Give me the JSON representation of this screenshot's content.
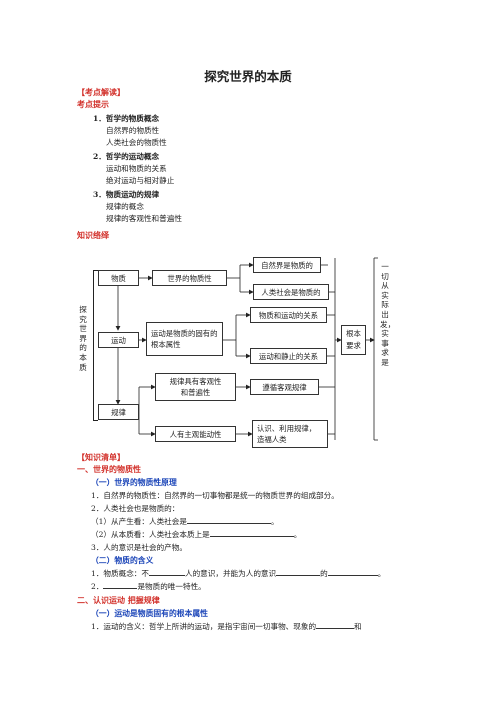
{
  "title": "探究世界的本质",
  "kaodian_jiedu": "【考点解读】",
  "kaodian_tishi": "考点提示",
  "points": [
    {
      "head": "1．哲学的物质概念",
      "subs": [
        "自然界的物质性",
        "人类社会的物质性"
      ]
    },
    {
      "head": "2．哲学的运动概念",
      "subs": [
        "运动和物质的关系",
        "绝对运动与相对静止"
      ]
    },
    {
      "head": "3．物质运动的规律",
      "subs": [
        "规律的概念",
        "规律的客观性和普遍性"
      ]
    }
  ],
  "zhishi_luoluo": "知识络绎",
  "diagram": {
    "left_vertical": "探究世界的本质",
    "wuzhi": "物质",
    "shijie_wuzhixing": "世界的物质性",
    "ziranjie": "自然界是物质的",
    "renlei_shehui": "人类社会是物质的",
    "yundong": "运动",
    "yundong_shuxing": "运动是物质的固有的根本属性",
    "wuzhi_yundong_guanxi": "物质和运动的关系",
    "yundong_jingzhi": "运动和静止的关系",
    "guilv": "规律",
    "guilv_keguan": "规律具有客观性和普遍性",
    "zunxun": "遵循客观规律",
    "zhuguan_nengdong": "人有主观能动性",
    "renshi_liyong": "认识、利用规律，造福人类",
    "genben_yaoqiu": "根本要求",
    "right_vertical": "一切从实际出发，实事求是"
  },
  "zhishi_qingdan": "【知识清单】",
  "sections": [
    {
      "heading": "一、世界的物质性"
    },
    {
      "sub": "（一）世界的物质性原理"
    },
    {
      "line": "1．自然界的物质性：自然界的一切事物都是统一的物质世界的组成部分。"
    },
    {
      "line": "2．人类社会也是物质的："
    },
    {
      "line": "（1）从产生看：人类社会是",
      "tail": "。"
    },
    {
      "line": "（2）从本质看：人类社会本质上是",
      "tail": "。"
    },
    {
      "line": "3．人的意识是社会的产物。"
    },
    {
      "sub": "（二）物质的含义"
    },
    {
      "line": "1．物质概念：不",
      "mid": "人的意识，并能为人的意识",
      "mid2": "的",
      "tail": "。"
    },
    {
      "line": "2．",
      "tail": "是物质的唯一特性。"
    },
    {
      "heading": "二、认识运动  把握规律"
    },
    {
      "sub": "（一）运动是物质固有的根本属性"
    },
    {
      "line": "1．运动的含义：哲学上所讲的运动，是指宇宙间一切事物、现象的",
      "tail": "和"
    }
  ]
}
